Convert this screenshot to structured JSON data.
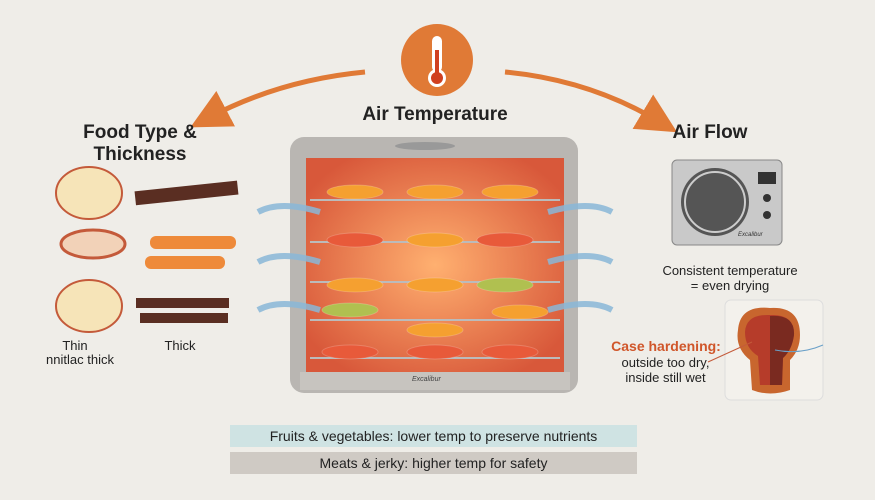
{
  "center": {
    "title": "Air Temperature",
    "brand": "Excalibur"
  },
  "left": {
    "title_line1": "Food Type &",
    "title_line2": "Thickness",
    "thin_label": "Thin",
    "thin_sub": "nnitlac thick",
    "thick_label": "Thick"
  },
  "right": {
    "title": "Air Flow",
    "fan_brand": "Excalibur",
    "note_line1": "Consistent temperature",
    "note_line2": "= even drying",
    "case_title": "Case hardening:",
    "case_line1": "outside too dry,",
    "case_line2": "inside still wet"
  },
  "bottom": {
    "fruits": "Fruits & vegetables: lower temp to preserve nutrients",
    "meats": "Meats & jerky: higher temp for safety"
  },
  "colors": {
    "accent": "#e07a36",
    "fruit_bar": "#cfe3e3",
    "meat_bar": "#cfcac4",
    "airflow": "#8ab8d8",
    "case": "#d0562a"
  }
}
